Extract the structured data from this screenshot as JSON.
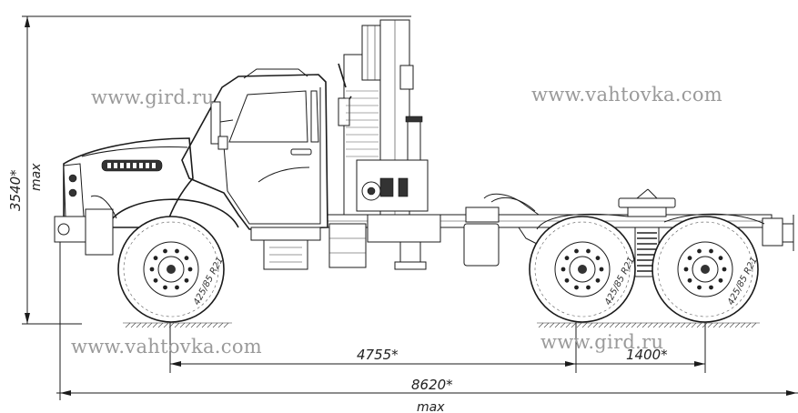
{
  "watermarks": {
    "top_left": "www.gird.ru",
    "top_right": "www.vahtovka.com",
    "bottom_left": "www.vahtovka.com",
    "bottom_right": "www.gird.ru"
  },
  "dimensions": {
    "height_value": "3540*",
    "height_qualifier": "max",
    "wheelbase_value": "4755*",
    "bogie_value": "1400*",
    "overall_length_value": "8620*",
    "overall_length_qualifier": "max"
  },
  "tire_label": "425/85 R21"
}
